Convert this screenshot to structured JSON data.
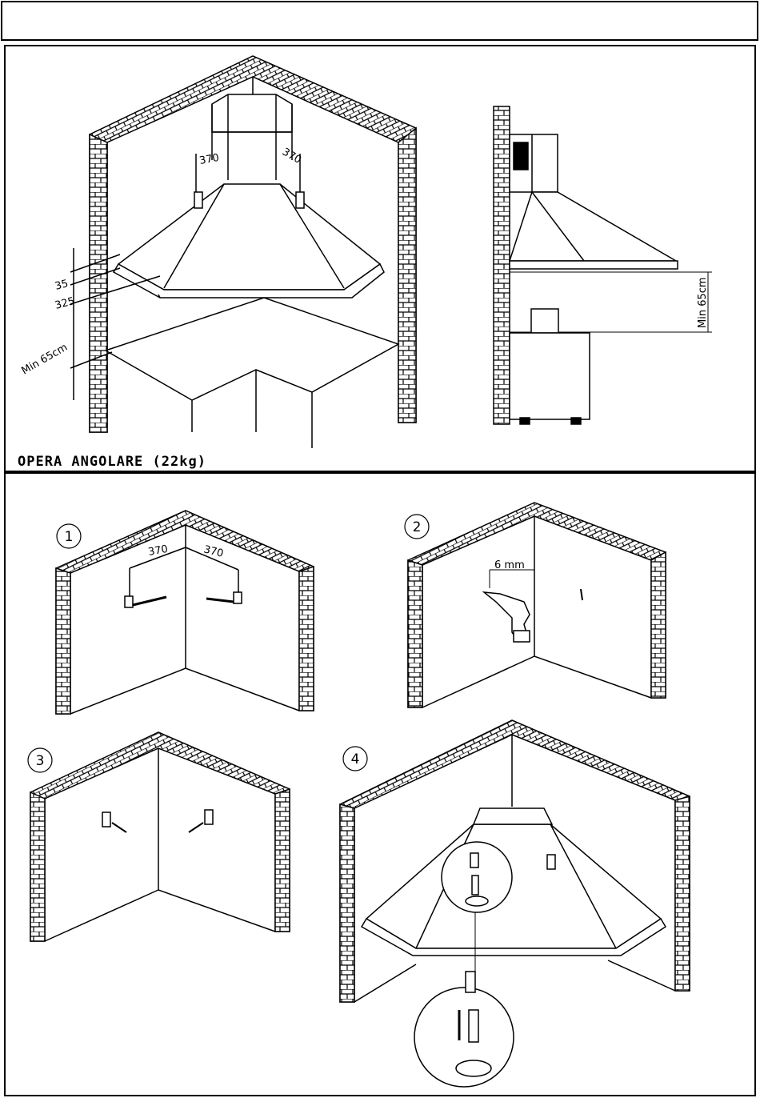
{
  "title": "OPERA ANGOLARE (22kg)",
  "top_figure": {
    "dims": {
      "left": "370",
      "right": "370",
      "d35": "35",
      "d325": "325",
      "min_left": "Min 65cm",
      "min_side": "Min 65cm"
    }
  },
  "steps": [
    {
      "number": "1",
      "dim_left": "370",
      "dim_right": "370"
    },
    {
      "number": "2",
      "drill": "6 mm"
    },
    {
      "number": "3"
    },
    {
      "number": "4"
    }
  ]
}
